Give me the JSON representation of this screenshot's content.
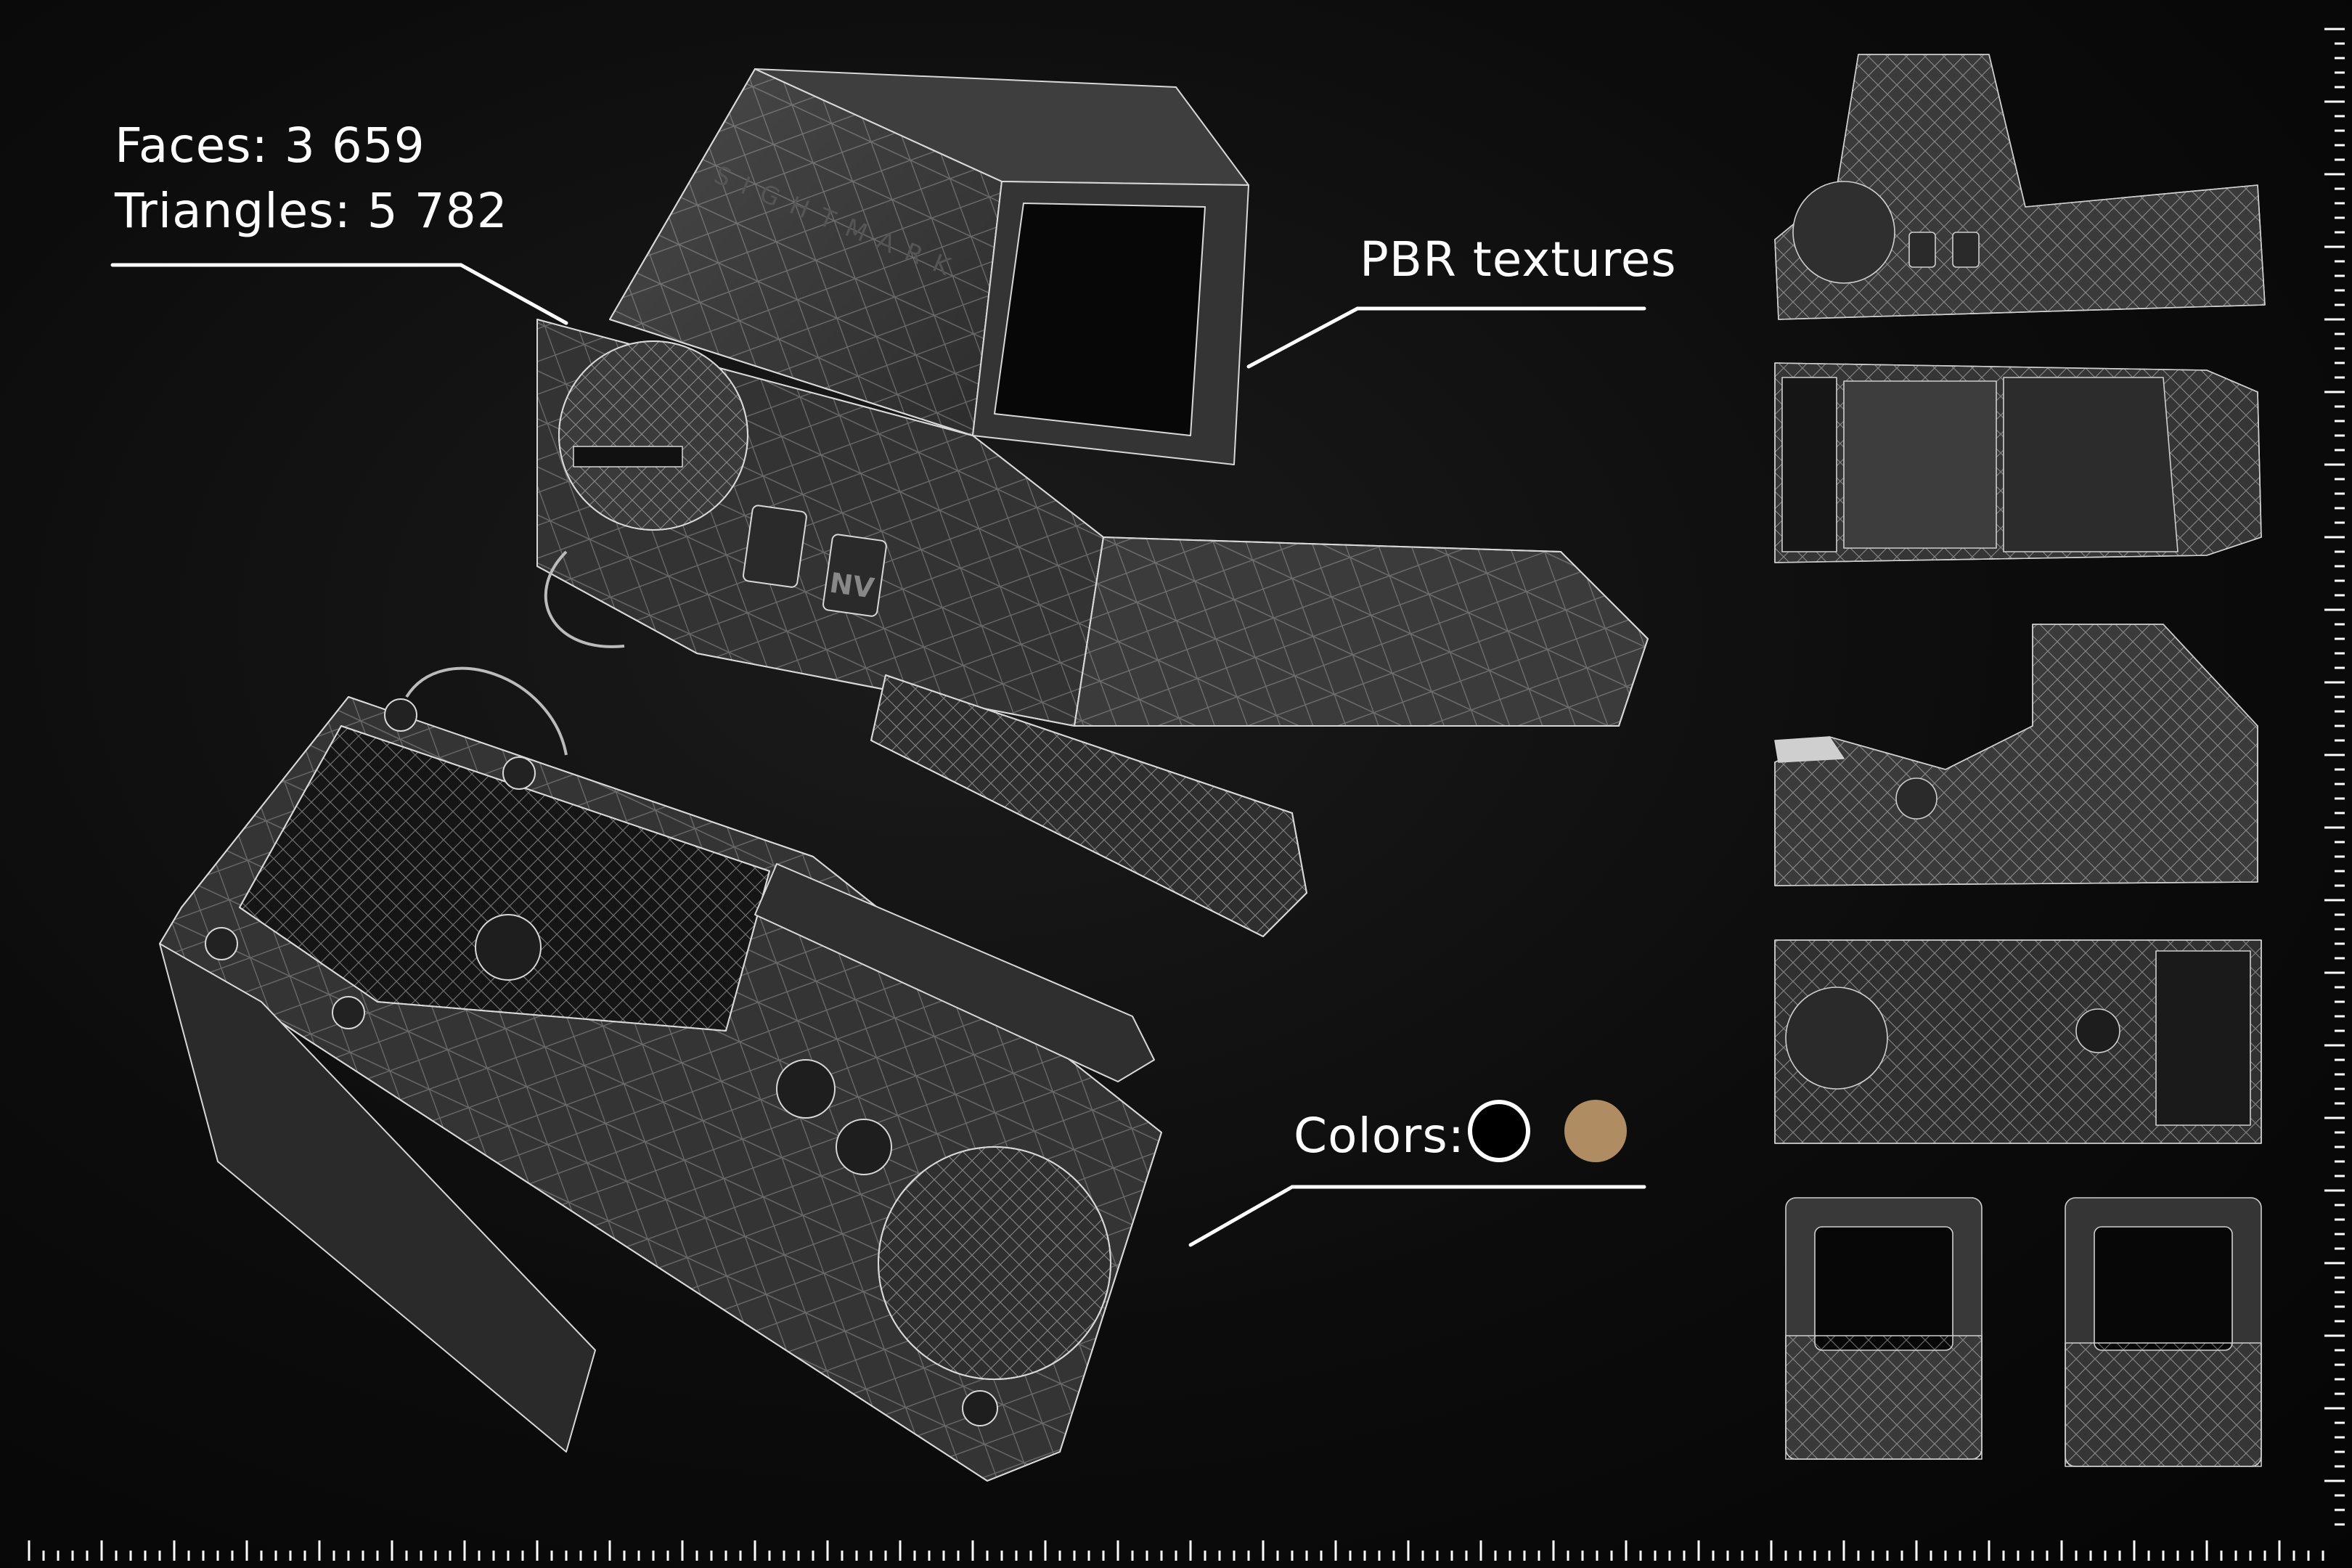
{
  "stats": {
    "faces": "Faces: 3 659",
    "triangles": "Triangles: 5 782"
  },
  "pbr_label": "PBR textures",
  "colors": {
    "label": "Colors:",
    "swatches": [
      "#000000",
      "#b08c62"
    ]
  },
  "brand_mark": "SIGHTMARK",
  "buttons": {
    "power_icon": "power-icon",
    "nv": "NV"
  },
  "palette": {
    "background": "#0b0b0b",
    "model_body": "#3a3a3a",
    "wireframe": "#d8d8d8",
    "ruler": "#ffffff"
  }
}
